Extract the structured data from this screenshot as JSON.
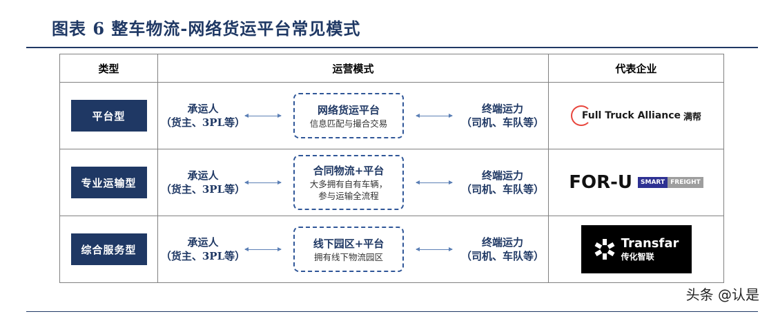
{
  "figure": {
    "title": "图表 6   整车物流-网络货运平台常见模式"
  },
  "table": {
    "headers": [
      "类型",
      "运营模式",
      "代表企业"
    ],
    "rows": [
      {
        "type": "平台型",
        "left_party": [
          "承运人",
          "（货主、3PL等）"
        ],
        "platform_title": "网络货运平台",
        "platform_desc": [
          "信息匹配与撮合交易"
        ],
        "right_party": [
          "终端运力",
          "（司机、车队等）"
        ],
        "company": "Full Truck Alliance 满帮"
      },
      {
        "type": "专业运输型",
        "left_party": [
          "承运人",
          "（货主、3PL等）"
        ],
        "platform_title": "合同物流+平台",
        "platform_desc": [
          "大多拥有自有车辆，",
          "参与运输全流程"
        ],
        "right_party": [
          "终端运力",
          "（司机、车队等）"
        ],
        "company": "FOR-U SMART FREIGHT"
      },
      {
        "type": "综合服务型",
        "left_party": [
          "承运人",
          "（货主、3PL等）"
        ],
        "platform_title": "线下园区+平台",
        "platform_desc": [
          "拥有线下物流园区"
        ],
        "right_party": [
          "终端运力",
          "（司机、车队等）"
        ],
        "company": "Transfar 传化智联"
      }
    ]
  },
  "logos": {
    "fta": {
      "en": "Full Truck Alliance",
      "cn": "满帮",
      "accent": "#e8453c"
    },
    "foru": {
      "word": "FOR-U",
      "smart": "SMART",
      "freight": "FREIGHT",
      "accent": "#2e3192"
    },
    "transfar": {
      "en": "Transfar",
      "cn": "传化智联"
    }
  },
  "watermark": "头条 @认是",
  "colors": {
    "navy": "#1f3864",
    "dash": "#2e5597",
    "arrow": "#5b7fb5"
  }
}
